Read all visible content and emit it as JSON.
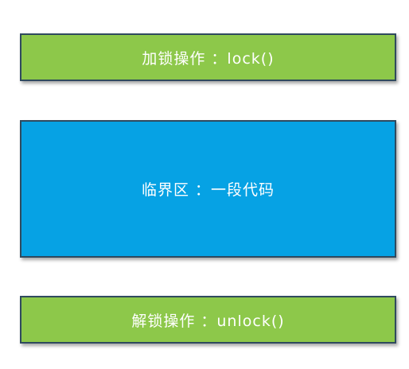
{
  "blocks": {
    "lock": {
      "label": "加锁操作 ：lock()",
      "color": "#8dc84a"
    },
    "critical_section": {
      "label": "临界区 ：一段代码",
      "color": "#06a2e4"
    },
    "unlock": {
      "label": "解锁操作 ：unlock()",
      "color": "#8dc84a"
    }
  }
}
